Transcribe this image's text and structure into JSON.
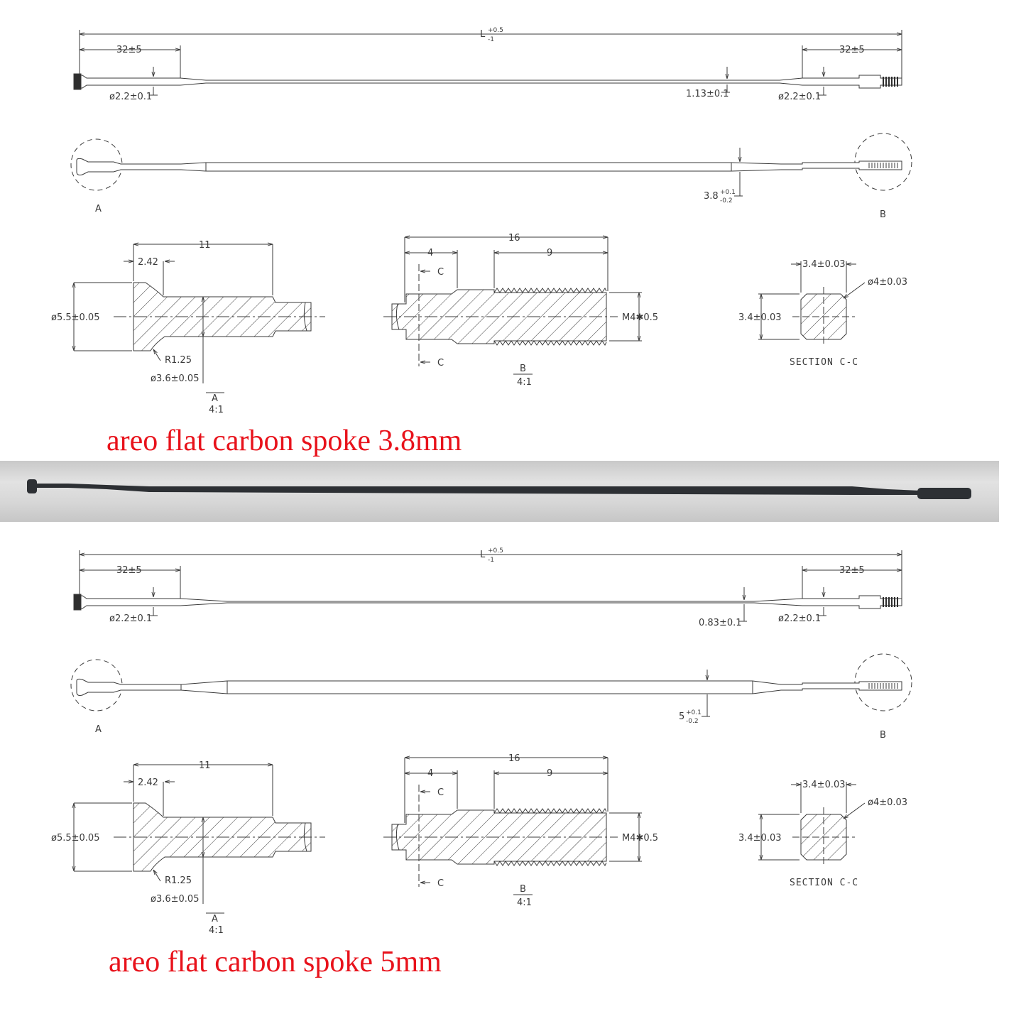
{
  "colors": {
    "caption": "#e8121b",
    "line": "#3a3a3a",
    "spoke_photo": "#2d3034"
  },
  "drawings": [
    {
      "overall_length": "L",
      "overall_tol_upper": "+0.5",
      "overall_tol_lower": "-1",
      "end_length_left": "32±5",
      "end_length_right": "32±5",
      "end_dia_left": "ø2.2±0.1",
      "end_dia_right": "ø2.2±0.1",
      "center_thickness": "1.13±0.1",
      "blade_width": "3.8",
      "blade_tol_upper": "+0.1",
      "blade_tol_lower": "-0.2",
      "view_a": "A",
      "view_b": "B",
      "detail_a": {
        "len_total": "11",
        "len_head": "2.42",
        "head_dia": "ø5.5±0.05",
        "radius": "R1.25",
        "neck_dia": "ø3.6±0.05",
        "view": "A",
        "scale": "4:1"
      },
      "detail_b": {
        "len_total": "16",
        "len_plain": "4",
        "len_thread": "9",
        "section_mark": "C",
        "thread": "M4✱0.5",
        "view": "B",
        "scale": "4:1"
      },
      "section": {
        "width": "3.4±0.03",
        "height": "3.4±0.03",
        "dia": "ø4±0.03",
        "title": "SECTION C-C"
      }
    },
    {
      "overall_length": "L",
      "overall_tol_upper": "+0.5",
      "overall_tol_lower": "-1",
      "end_length_left": "32±5",
      "end_length_right": "32±5",
      "end_dia_left": "ø2.2±0.1",
      "end_dia_right": "ø2.2±0.1",
      "center_thickness": "0.83±0.1",
      "blade_width": "5",
      "blade_tol_upper": "+0.1",
      "blade_tol_lower": "-0.2",
      "view_a": "A",
      "view_b": "B",
      "detail_a": {
        "len_total": "11",
        "len_head": "2.42",
        "head_dia": "ø5.5±0.05",
        "radius": "R1.25",
        "neck_dia": "ø3.6±0.05",
        "view": "A",
        "scale": "4:1"
      },
      "detail_b": {
        "len_total": "16",
        "len_plain": "4",
        "len_thread": "9",
        "section_mark": "C",
        "thread": "M4✱0.5",
        "view": "B",
        "scale": "4:1"
      },
      "section": {
        "width": "3.4±0.03",
        "height": "3.4±0.03",
        "dia": "ø4±0.03",
        "title": "SECTION C-C"
      }
    }
  ],
  "captions": {
    "first": "areo flat carbon spoke 3.8mm",
    "second": "areo flat carbon spoke 5mm"
  }
}
